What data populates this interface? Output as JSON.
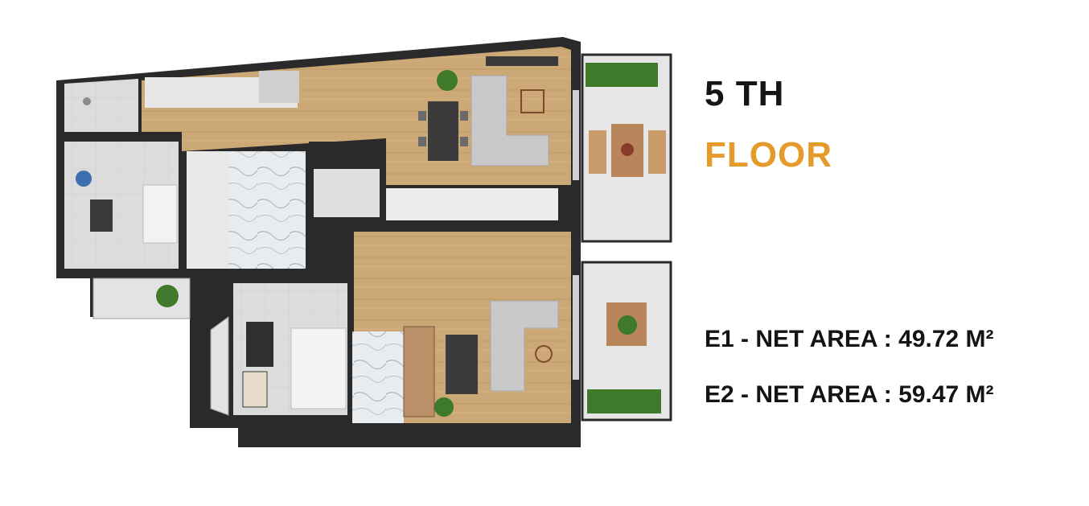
{
  "heading": {
    "floor_number": "5 TH",
    "floor_word": "FLOOR"
  },
  "areas": [
    {
      "text": "E1 - NET AREA : 49.72 M²"
    },
    {
      "text": "E2 - NET AREA : 59.47 M²"
    }
  ],
  "colors": {
    "floor_accent": "#e59a2a",
    "text": "#141414",
    "wall": "#2a2a2a",
    "wood_floor": "#c9a673",
    "tile_floor": "#d9d9d9",
    "terrace": "#e3e3e3",
    "plant": "#3f7a2a"
  }
}
